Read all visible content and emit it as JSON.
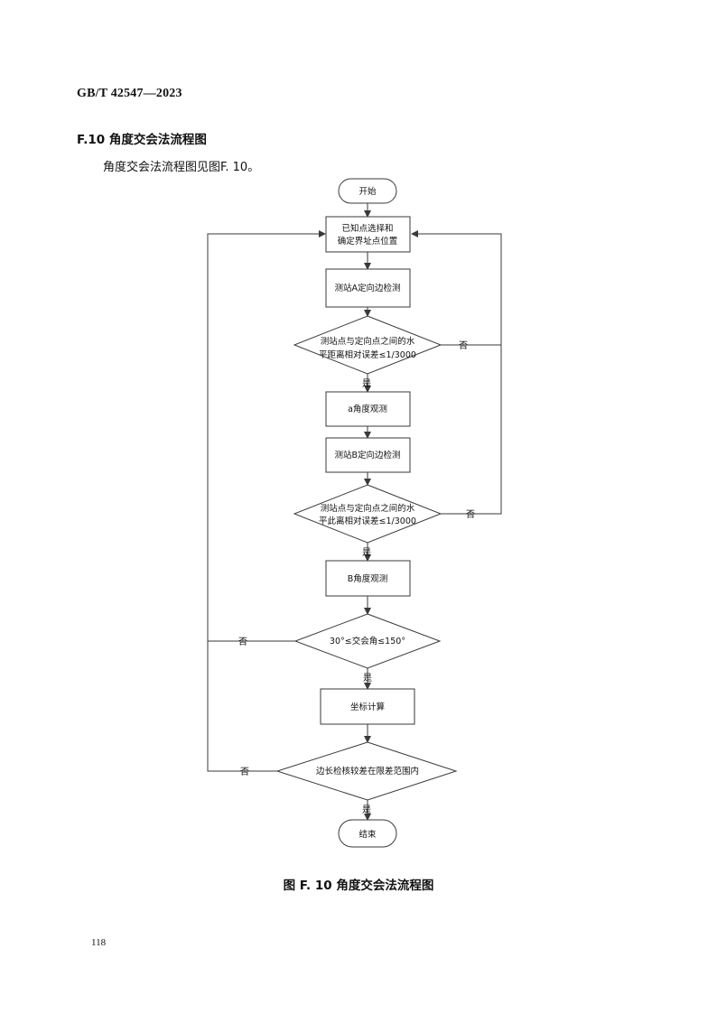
{
  "header": {
    "standard": "GB/T 42547—2023"
  },
  "section": {
    "title": "F.10 角度交会法流程图"
  },
  "intro": {
    "text": "角度交会法流程图见图F. 10。"
  },
  "flow": {
    "start": "开始",
    "select_line1": "已知点选择和",
    "select_line2": "确定界址点位置",
    "measure_a": "测站A定向边检测",
    "check1_line1": "测站点与定向点之间的水",
    "check1_line2": "平距离相对误差≤1/3000",
    "obs_a": "a角度观测",
    "measure_b": "测站B定向边检测",
    "check2_line1": "测站点与定向点之间的水",
    "check2_line2": "平此离相对误差≤1/3000",
    "obs_b": "B角度观测",
    "angle_check": "30°≤交会角≤150°",
    "coord_calc": "坐标计算",
    "side_check": "边长检核较差在限差范围内",
    "end": "结束",
    "yes": "是",
    "no": "否"
  },
  "caption": {
    "text": "图 F. 10 角度交会法流程图"
  },
  "page": {
    "number": "118"
  }
}
